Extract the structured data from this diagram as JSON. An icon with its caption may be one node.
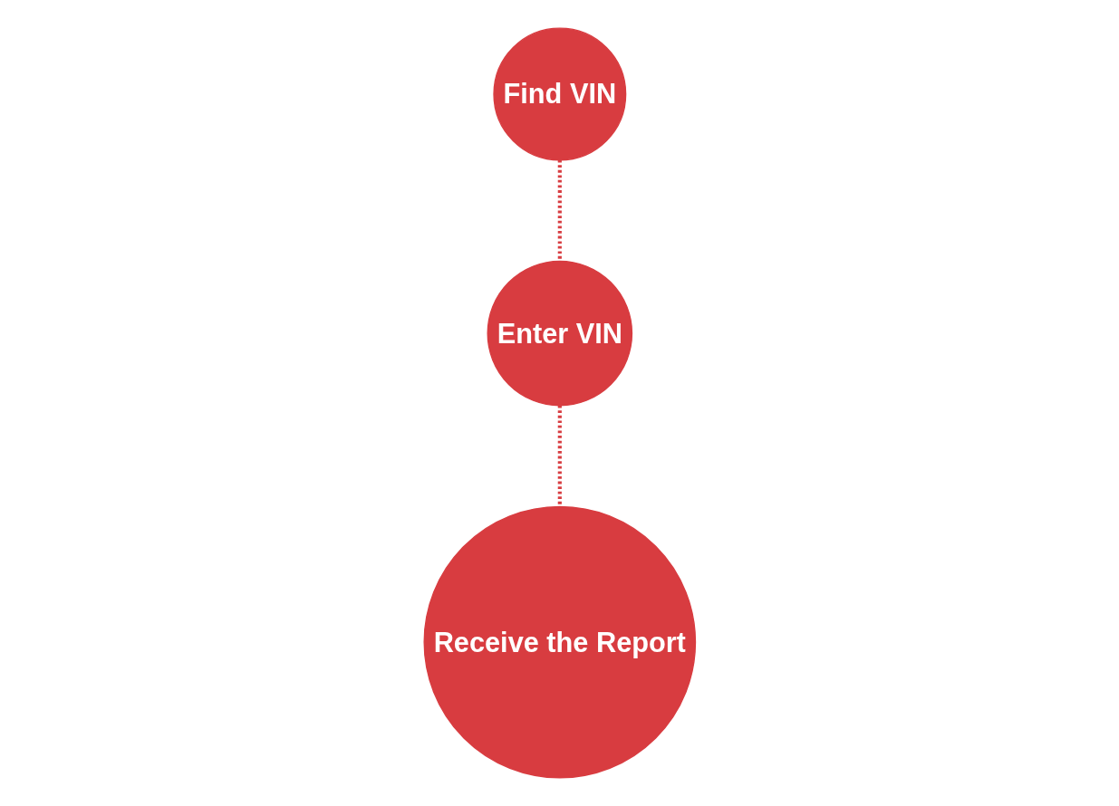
{
  "diagram": {
    "nodes": [
      {
        "text": [
          "Find VIN"
        ]
      },
      {
        "text": [
          "Enter VIN"
        ]
      },
      {
        "text": [
          "Receive the Report"
        ]
      }
    ],
    "edges": [
      {
        "from": 0,
        "to": 1,
        "arrow": "none",
        "style": "dashed"
      },
      {
        "from": 1,
        "to": 2,
        "arrow": "none",
        "style": "dashed"
      }
    ]
  }
}
